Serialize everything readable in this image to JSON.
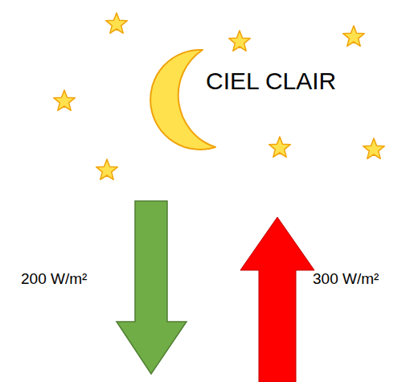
{
  "diagram": {
    "labels": [
      "CIEL CLAIR",
      "200 W/m²",
      "300 W/m²"
    ]
  }
}
